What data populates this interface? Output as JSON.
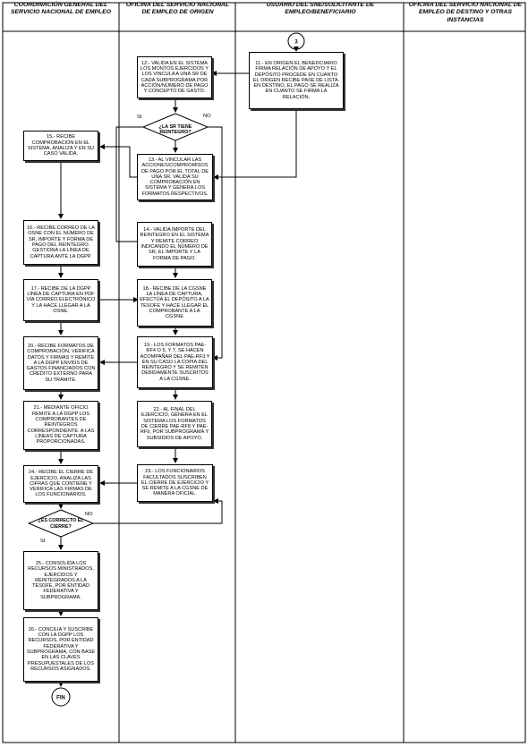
{
  "lanes": [
    "COORDINACIÓN GENERAL DEL SERVICIO NACIONAL DE EMPLEO",
    "OFICINA DEL SERVICIO NACIONAL DE EMPLEO DE ORIGEN",
    "USUARIO DEL SNE/SOLICITANTE DE EMPLEO/BENEFICIARIO",
    "OFICINA DEL SERVICIO NACIONAL DE EMPLEO DE DESTINO Y OTRAS INSTANCIAS"
  ],
  "connector": "3",
  "steps": {
    "s11": "11.- EN ORIGEN EL BENEFICIARIO FIRMA RELACIÓN DE APOYO Y EL DEPÓSITO PROCEDE EN CUANTO EL ORIGEN RECIBE PASE DE LISTA. EN DESTINO, EL PAGO SE REALIZA EN CUANTO SE FIRMA LA RELACIÓN.",
    "s12": "12.- VALIDA EN EL SISTEMA LOS MONTOS EJERCIDOS Y LOS VINCULA A UNA SR DE CADA SUBPROGRAMA POR ACCIÓN/NÚMERO DE PAGO Y CONCEPTO DE GASTO.",
    "s13": "13.- AL VINCULAR LAS ACCIONES/COMPROMISOS DE PAGO POR EL TOTAL DE UNA SR, VALIDA SU COMPROBACIÓN EN SISTEMA Y GENERA LOS FORMATOS RESPECTIVOS.",
    "s14": "14.- VALIDA IMPORTE DEL REINTEGRO EN EL SISTEMA Y REMITE CORREO INDICANDO EL NÚMERO DE SR, EL IMPORTE Y LA FORMA DE PAGO.",
    "s15": "15.- RECIBE COMPROBACIÓN EN EL SISTEMA, ANALIZA Y EN SU CASO VALIDA.",
    "s16": "16.- RECIBE CORREO DE LA OSNE CON EL NÚMERO DE SR, IMPORTE Y FORMA DE PAGO DEL REINTEGRO. GESTIONA LA LÍNEA DE CAPTURA ANTE LA DGPP.",
    "s17": "17.- RECIBE DE LA DGPP LÍNEA DE CAPTURA EN PDF VÍA CORREO ELECTRÓNICO Y LA HACE LLEGAR A LA OSNE.",
    "s18": "18.- RECIBE DE LA CGSNE LA LÍNEA DE CAPTURA, EFECTÚA EL DEPÓSITO A LA TESOFE Y HACE LLEGAR EL COMPROBANTE A LA CGSNE",
    "s19": "19.- LOS FORMATOS PAE-RF4 O 5, Y 7, SE HACEN ACOMPAÑAR DEL PAE-RF3 Y EN SU CASO LA COPIA DEL REINTEGRO Y SE REMITEN DEBIDAMENTE SUSCRITOS A LA CGSNE.",
    "s20": "20.- RECIBE FORMATOS DE COMPROBACIÓN, VERIFICA DATOS Y FIRMAS Y REMITE A LA DGPP ENVÍOS DE GASTOS FINANCIADOS CON CRÉDITO EXTERNO PARA SU TRÁMITE.",
    "s21": "21.- MEDIANTE OFICIO REMITE A LA DGPP LOS COMPROBANTES DE REINTEGROS CORRESPONDIENTE. A LAS LÍNEAS DE CAPTURA PROPORCIONADAS.",
    "s22": "22.- AL FINAL DEL EJERCICIO, GENERA EN EL SISTEMA LOS FORMATOS DE CIERRE PAE-RF8 Y PAE-RF9, POR SUBPROGRAMA Y SUBSIDIOS DE APOYO.",
    "s23": "23.- LOS FUNCIONARIOS FACULTADOS SUSCRIBEN EL CIERRE DE EJERCICIO Y SE REMITE A LA CGSNE DE MANERA OFICIAL.",
    "s24": "24.- RECIBE EL CIERRE DE EJERCICIO, ANALIZA LAS CIFRAS QUE CONTIENE Y VERIFICA LAS FIRMAS DE LOS FUNCIONARIOS.",
    "s25": "25.- CONSOLIDA LOS RECURSOS MINISTRADOS, EJERCIDOS Y REINTEGRADOS A LA TESOFE, POR ENTIDAD FEDERATIVA Y SUBPROGRAMA.",
    "s26": "26.- CONCILIA Y SUSCRIBE CON LA DGPP LOS RECURSOS, POR ENTIDAD FEDERATIVA Y SUBPROGRAMA, CON BASE EN LAS CLAVES PRESUPUESTALES DE LOS RECURSOS ASIGNADOS."
  },
  "decisions": {
    "d1": "¿LA SR TIENE REINTEGRO?",
    "d2": "¿ES CORRECTO EL CIERRE?"
  },
  "labels": {
    "si": "SI",
    "no": "NO"
  },
  "end": "FIN"
}
